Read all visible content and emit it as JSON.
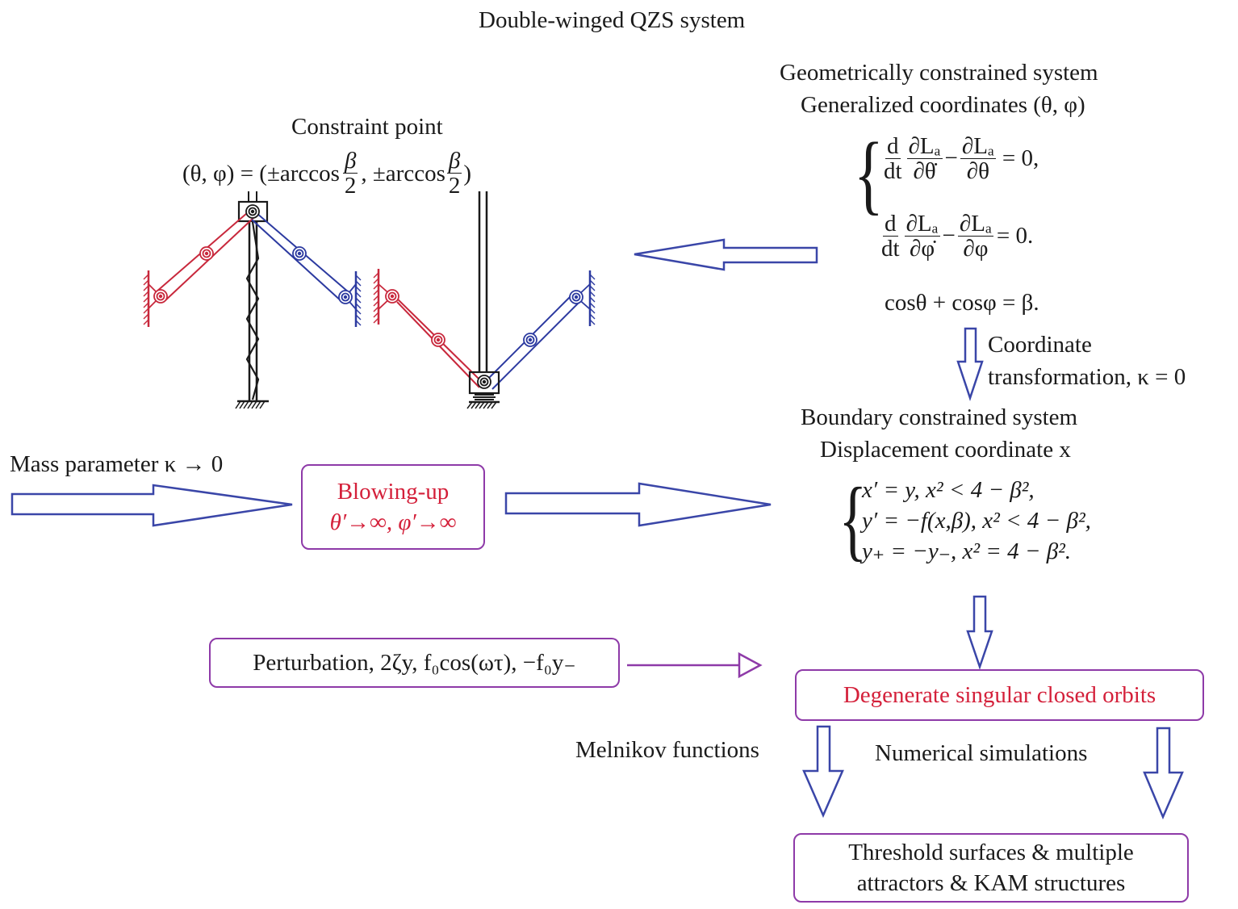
{
  "title": "Double-winged QZS system",
  "colors": {
    "arrow_blue": "#3a46a8",
    "box_purple": "#8e3aa8",
    "highlight_red": "#d4203a",
    "left_wing": "#c8283c",
    "right_wing": "#2c3aa0",
    "ink": "#1a1a1a"
  },
  "mechanism": {
    "label": "Constraint point",
    "equation_lhs": "(θ, φ) = (±arccos",
    "equation_mid": ", ±arccos",
    "equation_end": ")",
    "frac_num": "β",
    "frac_den": "2"
  },
  "geometric_system": {
    "title": "Geometrically constrained system",
    "subtitle": "Generalized coordinates (θ, φ)",
    "eq1": {
      "d_num": "d",
      "d_den": "dt",
      "p1_num": "∂Lₐ",
      "p1_den": "∂θ̇",
      "p2_num": "∂Lₐ",
      "p2_den": "∂θ",
      "rhs": "= 0,"
    },
    "eq2": {
      "d_num": "d",
      "d_den": "dt",
      "p1_num": "∂Lₐ",
      "p1_den": "∂φ̇",
      "p2_num": "∂Lₐ",
      "p2_den": "∂φ",
      "rhs": "= 0."
    },
    "constraint": "cosθ + cosφ = β."
  },
  "coordinate_transformation": {
    "line1": "Coordinate",
    "line2": "transformation, κ = 0"
  },
  "boundary_system": {
    "title": "Boundary constrained system",
    "subtitle": "Displacement coordinate x",
    "eqs": [
      "x′ = y,   x² < 4 − β²,",
      "y′ = −f(x,β),   x² < 4 − β²,",
      "y₊ = −y₋,   x² = 4 − β²."
    ]
  },
  "mass_parameter": "Mass parameter κ → 0",
  "blowing_up_box": {
    "line1": "Blowing-up",
    "line2": "θ′→∞, φ′→∞"
  },
  "perturbation_box": "Perturbation, 2ζy, f₀cos(ωτ), −f₀y₋",
  "degenerate_box": "Degenerate singular closed orbits",
  "melnikov_label": "Melnikov functions",
  "numerical_label": "Numerical simulations",
  "result_box": {
    "line1": "Threshold surfaces & multiple",
    "line2": "attractors & KAM structures"
  }
}
